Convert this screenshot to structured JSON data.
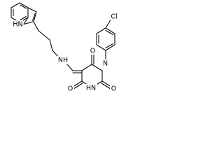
{
  "labels": {
    "indole_nh": "HN",
    "amine_nh": "NH",
    "chloro": "Cl",
    "n1": "N",
    "n3": "HN",
    "o_top": "O",
    "o_left": "O",
    "o_right": "O"
  }
}
